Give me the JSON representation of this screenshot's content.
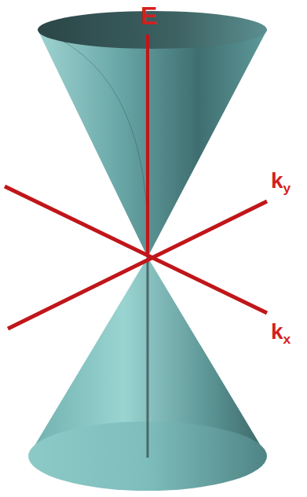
{
  "diagram": {
    "labels": [
      "E",
      "ky",
      "kx"
    ]
  }
}
